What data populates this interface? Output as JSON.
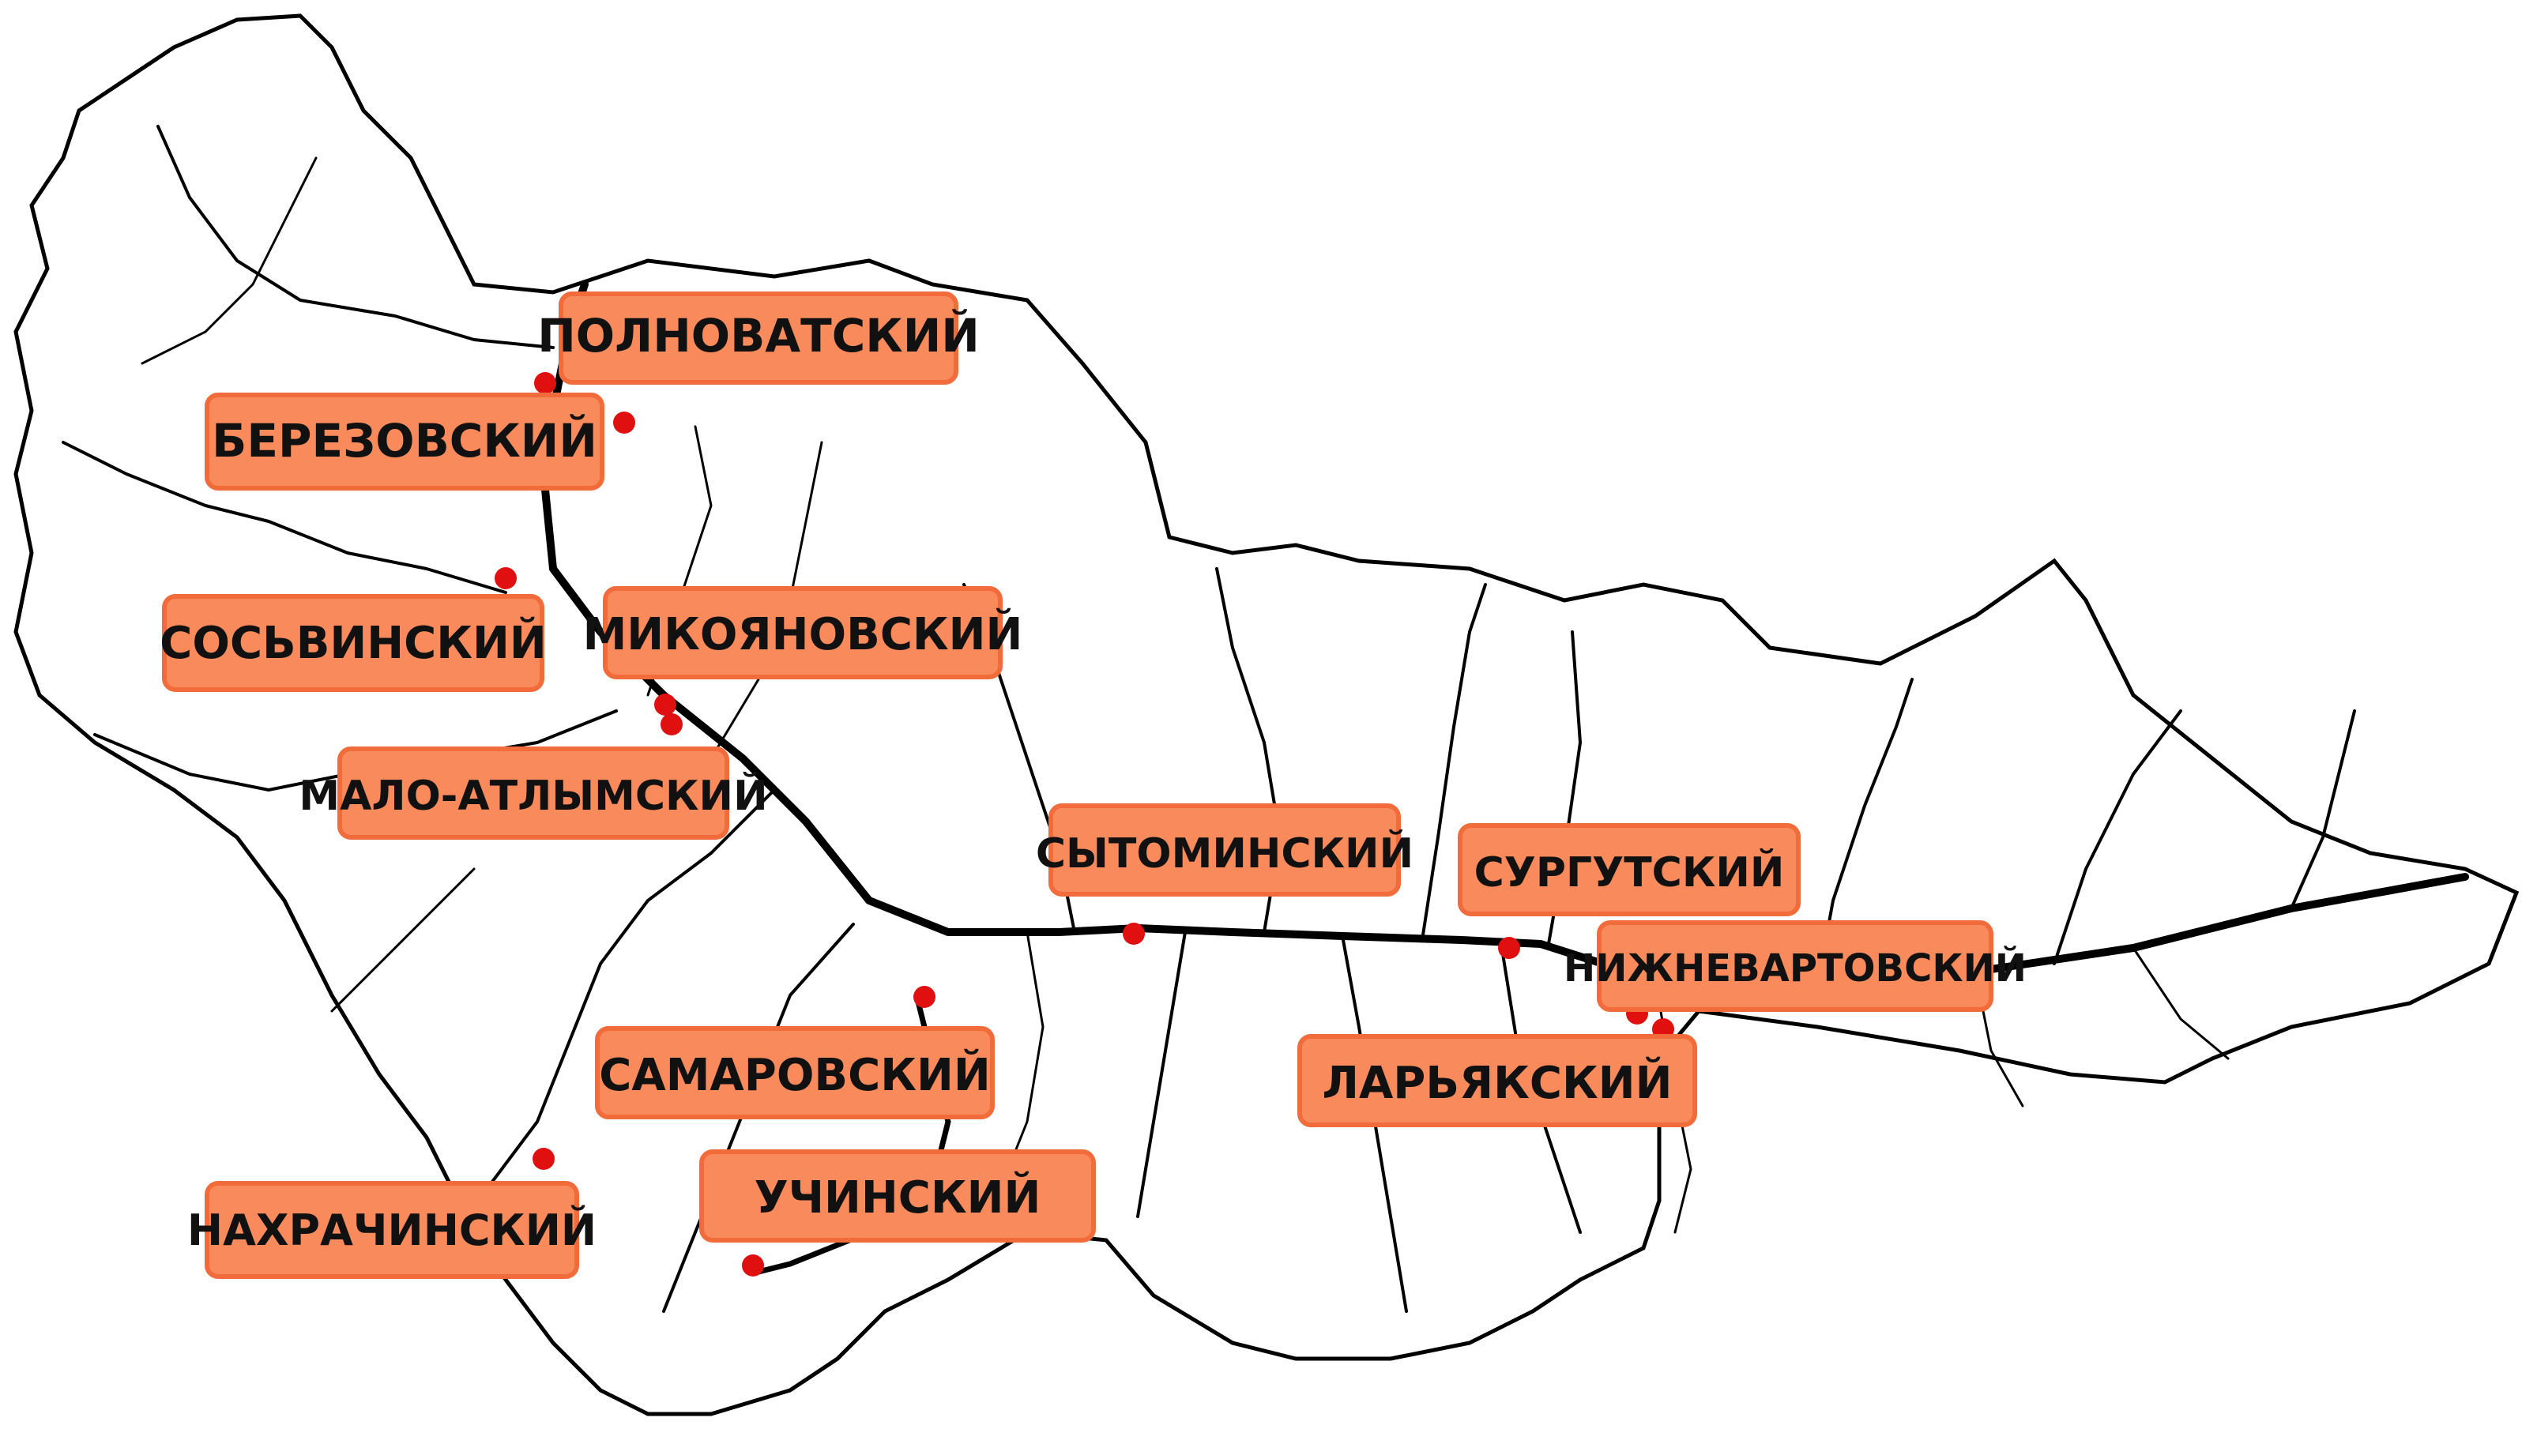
{
  "colors": {
    "label_fill": "#f98a5c",
    "label_stroke": "#f26b3a",
    "marker": "#e01010",
    "boundary": "#000000",
    "river": "#000000",
    "background": "#ffffff"
  },
  "labels": [
    {
      "id": "polnovatsky",
      "text": "ПОЛНОВАТСКИЙ"
    },
    {
      "id": "berezovsky",
      "text": "БЕРЕЗОВСКИЙ"
    },
    {
      "id": "sosvinsky",
      "text": "СОСЬВИНСКИЙ"
    },
    {
      "id": "mikoyanovsky",
      "text": "МИКОЯНОВСКИЙ"
    },
    {
      "id": "malo-atlymsky",
      "text": "МАЛО-АТЛЫМСКИЙ"
    },
    {
      "id": "sytominsky",
      "text": "СЫТОМИНСКИЙ"
    },
    {
      "id": "surgutsky",
      "text": "СУРГУТСКИЙ"
    },
    {
      "id": "nizhnevartovsky",
      "text": "НИЖНЕВАРТОВСКИЙ"
    },
    {
      "id": "samarovsky",
      "text": "САМАРОВСКИЙ"
    },
    {
      "id": "laryaksky",
      "text": "ЛАРЬЯКСКИЙ"
    },
    {
      "id": "nakhrachinsky",
      "text": "НАХРАЧИНСКИЙ"
    },
    {
      "id": "uchinsky",
      "text": "УЧИНСКИЙ"
    }
  ]
}
